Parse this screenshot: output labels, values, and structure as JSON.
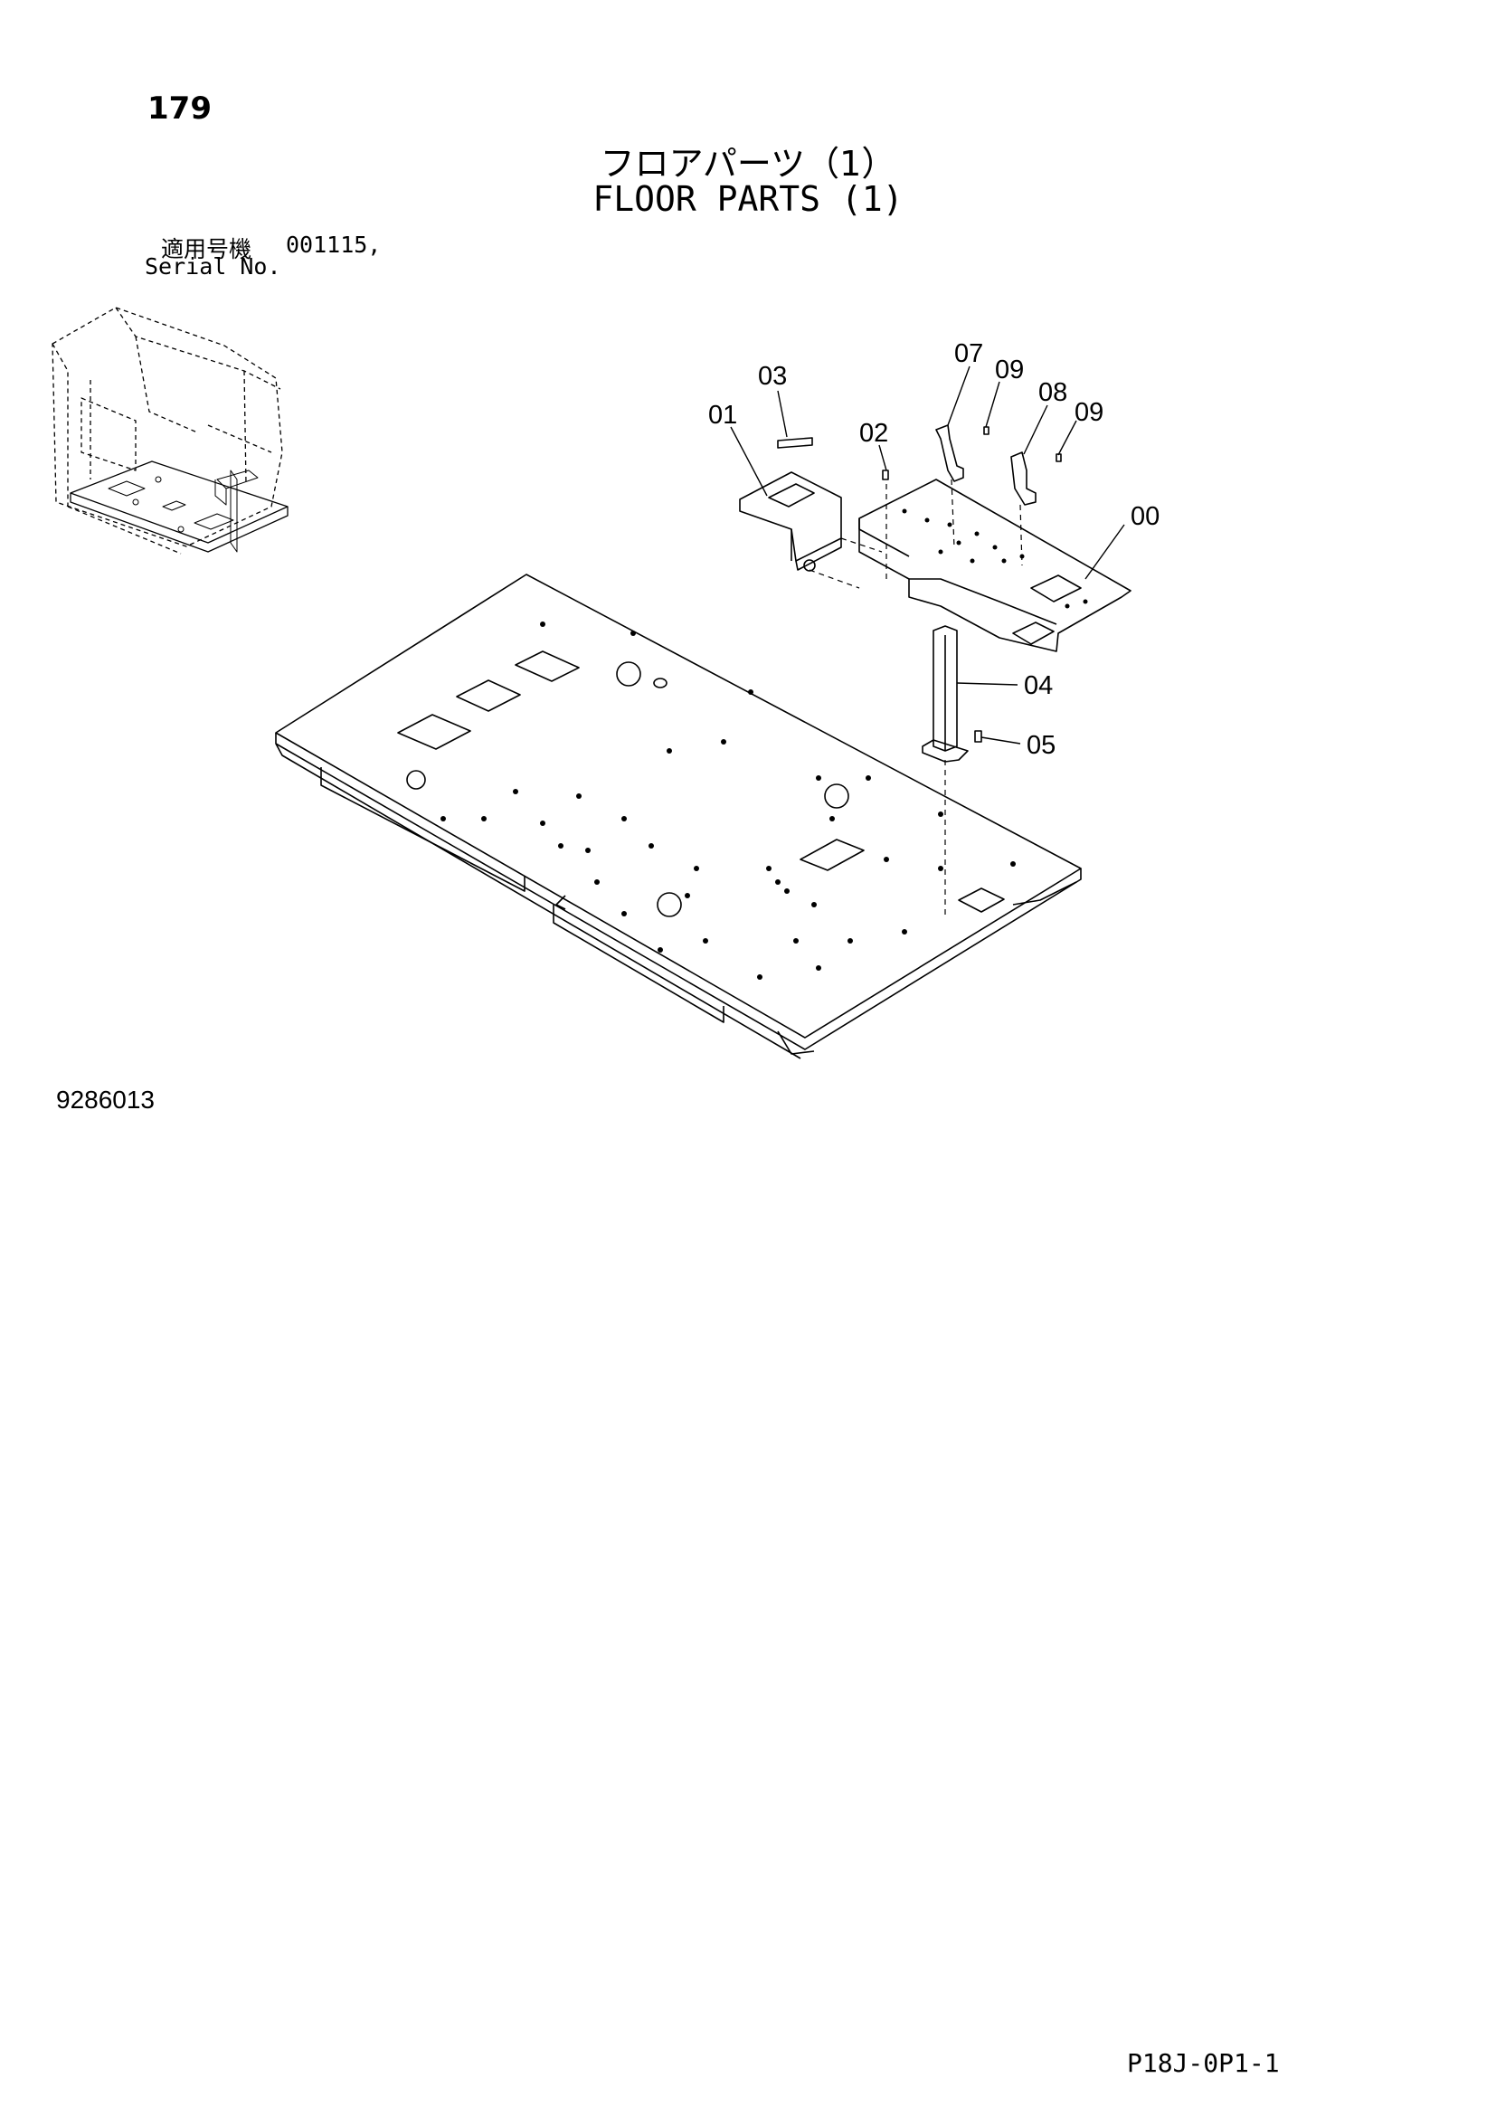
{
  "page_number": "179",
  "title_jp": "フロアパーツ（1）",
  "title_en": "FLOOR PARTS (1)",
  "serial": {
    "label_jp": "適用号機",
    "label_en": "Serial No.",
    "value": "001115,"
  },
  "drawing_number": "9286013",
  "reference_code": "P18J-0P1-1",
  "callouts": {
    "c00": "00",
    "c01": "01",
    "c02": "02",
    "c03": "03",
    "c04": "04",
    "c05": "05",
    "c07": "07",
    "c08": "08",
    "c09a": "09",
    "c09b": "09"
  }
}
